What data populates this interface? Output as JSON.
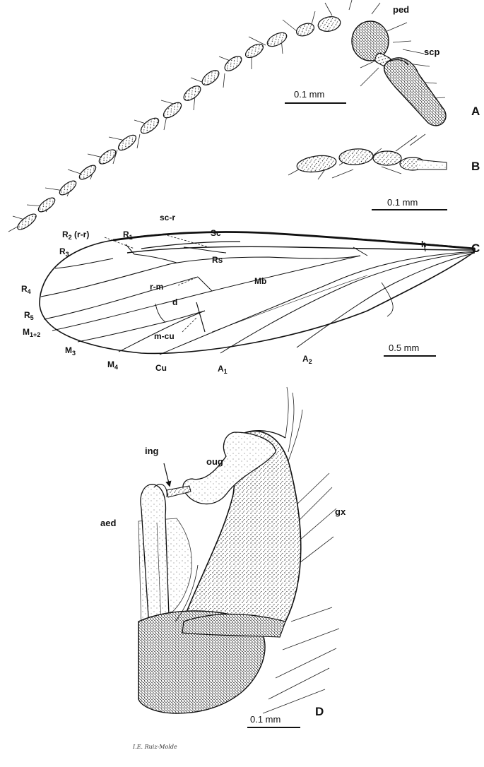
{
  "panels": {
    "a": "A",
    "b": "B",
    "c": "C",
    "d": "D"
  },
  "antenna": {
    "ped": "ped",
    "scp": "scp",
    "scale": "0.1 mm"
  },
  "flagellum": {
    "scale": "0.1 mm"
  },
  "wing": {
    "scale": "0.5 mm",
    "veins": {
      "r2_base": "R",
      "r2_sub": "2",
      "r2_extra": " (r-r)",
      "r1_base": "R",
      "r1_sub": "1",
      "r3_base": "R",
      "r3_sub": "3",
      "r4_base": "R",
      "r4_sub": "4",
      "r5_base": "R",
      "r5_sub": "5",
      "m12_base": "M",
      "m12_sub": "1+2",
      "m3_base": "M",
      "m3_sub": "3",
      "m4_base": "M",
      "m4_sub": "4",
      "cu": "Cu",
      "a1_base": "A",
      "a1_sub": "1",
      "a2_base": "A",
      "a2_sub": "2",
      "scr": "sc-r",
      "sc": "Sc",
      "rs": "Rs",
      "rm": "r-m",
      "mb": "Mb",
      "d": "d",
      "mcu": "m-cu",
      "h": "h"
    }
  },
  "genitalia": {
    "ing": "ing",
    "oug": "oug",
    "aed": "aed",
    "gx": "gx",
    "scale": "0.1 mm",
    "signature": "I.E. Ruiz-Molde"
  },
  "colors": {
    "ink": "#111111",
    "stipple": "#222222",
    "paper": "#ffffff"
  }
}
